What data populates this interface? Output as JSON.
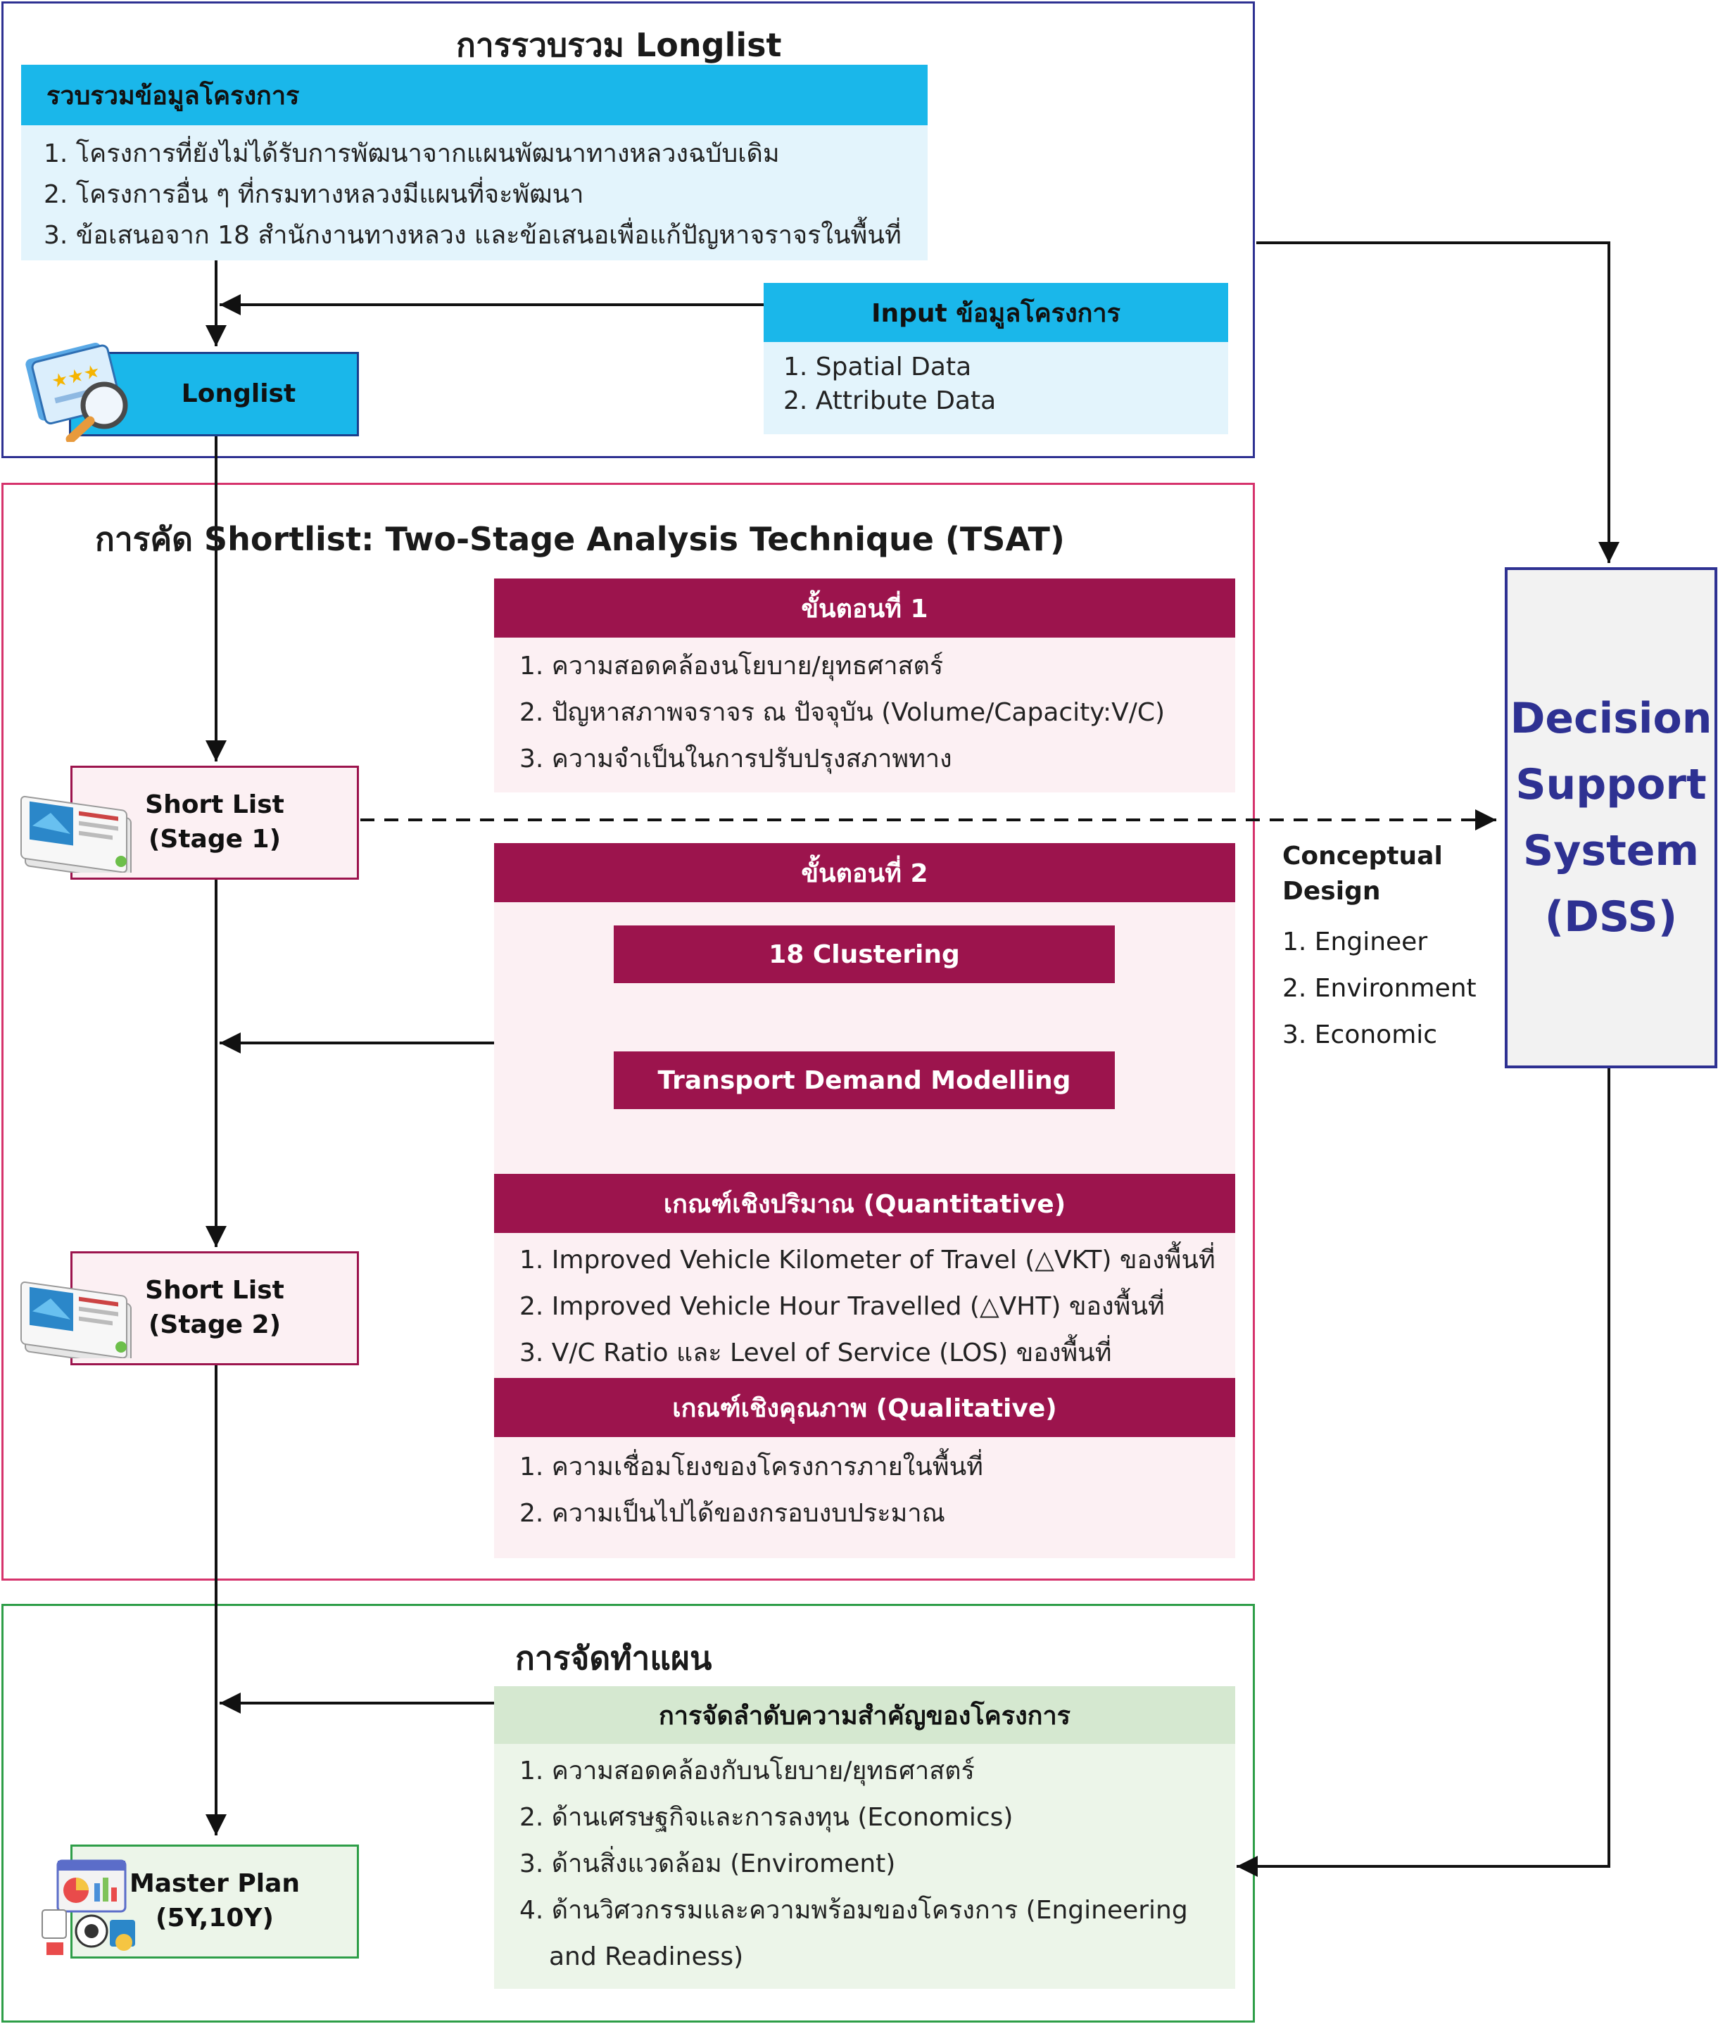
{
  "longlist_section": {
    "title": "การรวบรวม Longlist",
    "collect": {
      "header": "รวบรวมข้อมูลโครงการ",
      "items": [
        "1. โครงการที่ยังไม่ได้รับการพัฒนาจากแผนพัฒนาทางหลวงฉบับเดิม",
        "2. โครงการอื่น ๆ ที่กรมทางหลวงมีแผนที่จะพัฒนา",
        "3. ข้อเสนอจาก 18 สำนักงานทางหลวง และข้อเสนอเพื่อแก้ปัญหาจราจรในพื้นที่"
      ]
    },
    "input": {
      "header": "Input ข้อมูลโครงการ",
      "items": [
        "1. Spatial Data",
        "2. Attribute Data"
      ]
    },
    "longlist_node": "Longlist"
  },
  "shortlist_section": {
    "title": "การคัด Shortlist: Two-Stage Analysis Technique (TSAT)",
    "stage1": {
      "header": "ขั้นตอนที่ 1",
      "items": [
        "1. ความสอดคล้องนโยบาย/ยุทธศาสตร์",
        "2. ปัญหาสภาพจราจร ณ ปัจจุบัน (Volume/Capacity:V/C)",
        "3. ความจำเป็นในการปรับปรุงสภาพทาง"
      ]
    },
    "stage2": {
      "header": "ขั้นตอนที่ 2",
      "clustering": "18 Clustering",
      "modelling": "Transport Demand Modelling"
    },
    "quantitative": {
      "header": "เกณฑ์เชิงปริมาณ (Quantitative)",
      "items": [
        "1. Improved Vehicle Kilometer of Travel (△VKT) ของพื้นที่",
        "2. Improved Vehicle Hour Travelled (△VHT) ของพื้นที่",
        "3. V/C Ratio และ Level of Service (LOS) ของพื้นที่"
      ]
    },
    "qualitative": {
      "header": "เกณฑ์เชิงคุณภาพ (Qualitative)",
      "items": [
        "1. ความเชื่อมโยงของโครงการภายในพื้นที่",
        "2. ความเป็นไปได้ของกรอบงบประมาณ"
      ]
    },
    "short_list_1": [
      "Short List",
      "(Stage 1)"
    ],
    "short_list_2": [
      "Short List",
      "(Stage 2)"
    ]
  },
  "plan_section": {
    "title": "การจัดทำแผน",
    "priority": {
      "header": "การจัดลำดับความสำคัญของโครงการ",
      "items": [
        "1. ความสอดคล้องกับนโยบาย/ยุทธศาสตร์",
        "2. ด้านเศรษฐกิจและการลงทุน (Economics)",
        "3. ด้านสิ่งแวดล้อม (Enviroment)",
        "4. ด้านวิศวกรรมและความพร้อมของโครงการ (Engineering",
        "and Readiness)"
      ]
    },
    "master_plan": [
      "Master Plan",
      "(5Y,10Y)"
    ]
  },
  "conceptual_design": {
    "title": [
      "Conceptual",
      "Design"
    ],
    "items": [
      "1. Engineer",
      "2. Environment",
      "3. Economic"
    ]
  },
  "dss": {
    "lines": [
      "Decision",
      "Support",
      "System",
      "(DSS)"
    ]
  },
  "colors": {
    "navy_frame": "#2e3192",
    "crimson_frame": "#d6336c",
    "green_frame": "#2e9e48",
    "cyan_header": "#1ab7ea",
    "light_cyan": "#e3f4fc",
    "maroon": "#9c144d",
    "light_pink": "#fcf0f3",
    "green_header": "#d5e8d0",
    "light_green": "#ecf5e9",
    "dss_text": "#2e3192",
    "dss_fill": "#f2f2f2"
  },
  "icons": [
    "rating-magnifier-icon",
    "document-stack-icon",
    "dashboard-analytics-icon"
  ]
}
